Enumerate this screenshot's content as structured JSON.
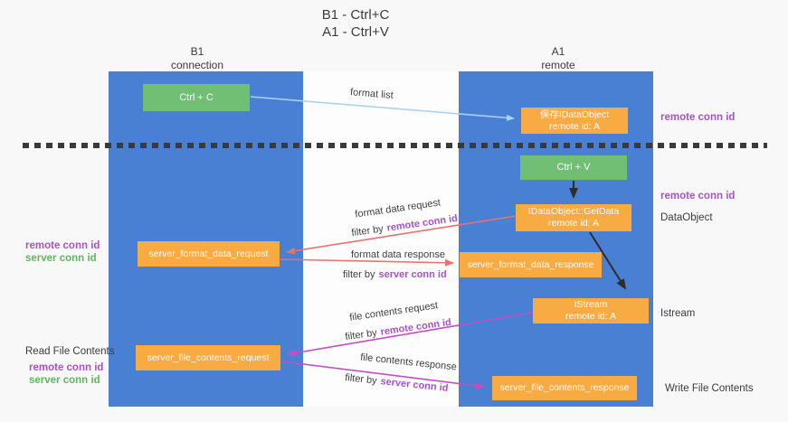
{
  "title": {
    "line1": "B1 - Ctrl+C",
    "line2": "A1 - Ctrl+V"
  },
  "lanes": {
    "left": {
      "name": "B1",
      "role": "connection"
    },
    "right": {
      "name": "A1",
      "role": "remote"
    }
  },
  "boxes": {
    "ctrl_c": {
      "label": "Ctrl + C"
    },
    "ctrl_v": {
      "label": "Ctrl + V"
    },
    "save_dataobject": {
      "line1": "保存IDataObject",
      "line2": "remote id: A"
    },
    "getdata": {
      "line1": "IDataObject::GetData",
      "line2": "remote id: A"
    },
    "istream": {
      "line1": "IStream",
      "line2": "remote id: A"
    },
    "format_request": {
      "label": "server_format_data_request"
    },
    "format_response": {
      "label": "server_format_data_response"
    },
    "file_request": {
      "label": "server_file_contents_request"
    },
    "file_response": {
      "label": "server_file_contents_response"
    }
  },
  "flow_labels": {
    "format_list": "format list",
    "format_data_request": "format data request",
    "format_data_response": "format data response",
    "file_contents_request": "file contents request",
    "file_contents_response": "file contents response",
    "filter_by": "filter by",
    "remote_conn_id": "remote conn id",
    "server_conn_id": "server conn id"
  },
  "side_labels": {
    "left_remote_conn_id": "remote conn id",
    "left_server_conn_id": "server conn id",
    "read_file_contents": "Read File Contents",
    "read_remote_conn_id": "remote conn id",
    "read_server_conn_id": "server conn id",
    "right_remote_conn_id_top": "remote conn id",
    "right_remote_conn_id_mid": "remote conn id",
    "dataobject": "DataObject",
    "istream": "Istream",
    "write_file_contents": "Write File Contents"
  },
  "colors": {
    "lane_blue": "#4a80d4",
    "box_green": "#71bf74",
    "box_orange": "#f8aa43",
    "arrow_light_blue": "#a8d2f0",
    "arrow_salmon": "#e4736e",
    "arrow_magenta": "#c24fc2",
    "arrow_black": "#2d2d2d",
    "text_purple": "#a653c6",
    "text_green": "#5cb860",
    "background": "#f8f8f8"
  }
}
